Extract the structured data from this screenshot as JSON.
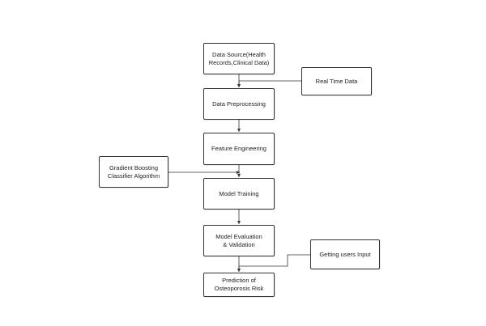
{
  "diagram": {
    "nodes": {
      "data_source": "Data Source(Health\nRecords,Clinical Data)",
      "real_time": "Real Time Data",
      "preprocessing": "Data Preprocessing",
      "feature_engineering": "Feature Engineering",
      "gradient_boosting": "Gradient Boosting\nClassifier Algorithm",
      "model_training": "Model Training",
      "model_evaluation": "Model Evaluation\n& Validation",
      "user_input": "Getting users Input",
      "prediction": "Prediction of\nOsteoporosis Risk"
    },
    "colors": {
      "stroke": "#333333",
      "text": "#222222",
      "background": "#ffffff"
    }
  }
}
